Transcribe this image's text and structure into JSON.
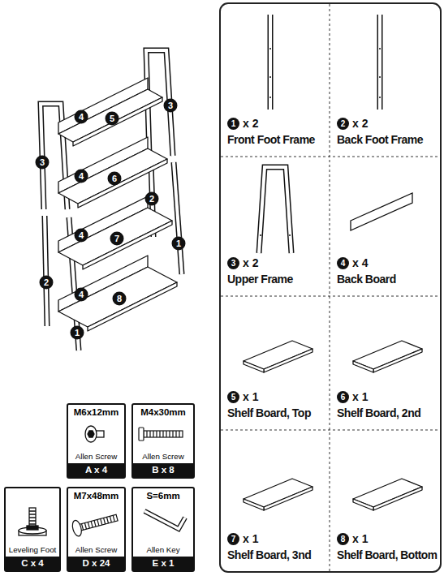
{
  "diagram": {
    "nodes": [
      {
        "text": [
          "1",
          "x 2",
          "Front Foot Frame"
        ]
      },
      {
        "text": [
          "2",
          "x 2",
          "Back Foot Frame"
        ]
      },
      {
        "text": [
          "3",
          "x 2",
          "Upper Frame"
        ]
      },
      {
        "text": [
          "4",
          "x 4",
          "Back Board"
        ]
      },
      {
        "text": [
          "5",
          "x 1",
          "Shelf Board, Top"
        ]
      },
      {
        "text": [
          "6",
          "x 1",
          "Shelf Board, 2nd"
        ]
      },
      {
        "text": [
          "7",
          "x 1",
          "Shelf Board, 3nd"
        ]
      },
      {
        "text": [
          "8",
          "x 1",
          "Shelf Board, Bottom"
        ]
      },
      {
        "text": [
          "M6x12mm",
          "Allen Screw",
          "A x 4"
        ]
      },
      {
        "text": [
          "M4x30mm",
          "Allen Screw",
          "B x 8"
        ]
      },
      {
        "text": [
          "Leveling Foot",
          "C x 4"
        ]
      },
      {
        "text": [
          "M7x48mm",
          "Allen Screw",
          "D x 24"
        ]
      },
      {
        "text": [
          "S=6mm",
          "Allen Key",
          "E x 1"
        ]
      }
    ],
    "labels": [
      "3",
      "4",
      "5",
      "3",
      "4",
      "6",
      "2",
      "4",
      "7",
      "1",
      "2",
      "4",
      "8",
      "1"
    ]
  }
}
